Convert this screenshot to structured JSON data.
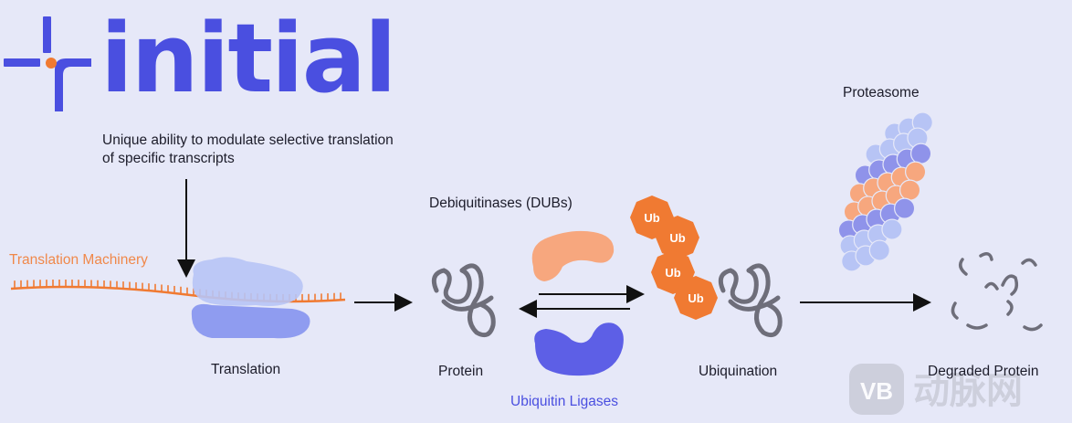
{
  "logo": {
    "wordmark": "initial"
  },
  "note": "Unique ability to modulate selective translation of specific transcripts",
  "labels": {
    "translation_machinery": "Translation Machinery",
    "translation": "Translation",
    "protein": "Protein",
    "debiquitinases": "Debiquitinases (DUBs)",
    "ubiquitin_ligases": "Ubiquitin Ligases",
    "ubiquination": "Ubiquination",
    "proteasome": "Proteasome",
    "degraded_protein": "Degraded Protein"
  },
  "ub_tags": [
    "Ub",
    "Ub",
    "Ub",
    "Ub"
  ],
  "watermark": {
    "badge": "VB",
    "text": "动脉网"
  },
  "colors": {
    "background": "#e6e8f8",
    "brand_blue": "#4a4fe0",
    "orange": "#f07a32",
    "salmon": "#f7a77e",
    "light_blue": "#b7c4f5",
    "mid_blue": "#8f93ea"
  }
}
